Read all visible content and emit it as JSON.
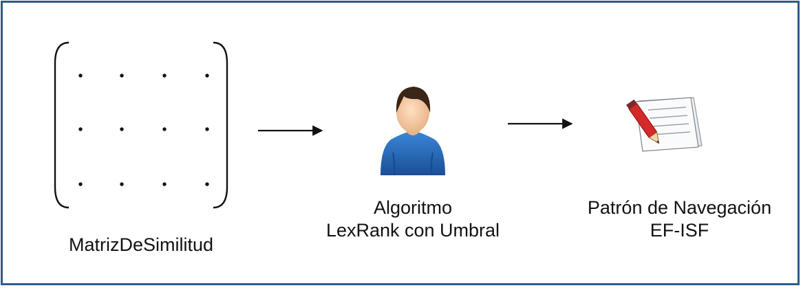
{
  "diagram": {
    "nodes": [
      {
        "id": "matrix",
        "label": "MatrizDeSimilitud",
        "icon": "matrix-icon"
      },
      {
        "id": "algorithm",
        "label_line1": "Algoritmo",
        "label_line2": "LexRank con Umbral",
        "icon": "user-icon"
      },
      {
        "id": "pattern",
        "label_line1": "Patrón de Navegación",
        "label_line2": "EF-ISF",
        "icon": "document-pencil-icon"
      }
    ],
    "edges": [
      {
        "from": "matrix",
        "to": "algorithm"
      },
      {
        "from": "algorithm",
        "to": "pattern"
      }
    ]
  },
  "colors": {
    "frame_border": "#2f5a8a",
    "text": "#111111",
    "user_shirt": "#1f5fb0",
    "user_hair": "#3a2516",
    "user_skin": "#f3c9a2",
    "pencil_red": "#d42a2a"
  }
}
